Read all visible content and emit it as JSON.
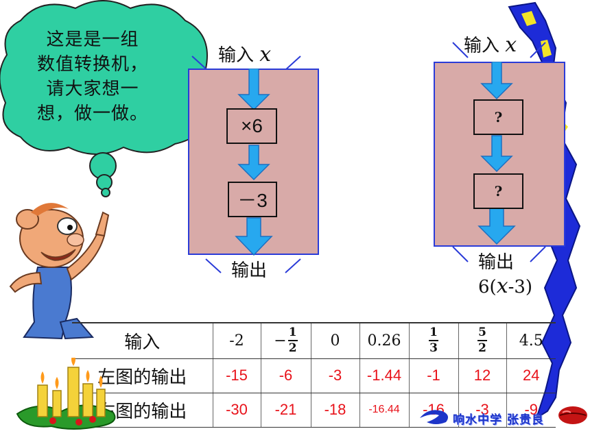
{
  "bubble": {
    "line1": "这是是一组",
    "line2": "数值转换机，",
    "line3": "请大家想一",
    "line4": "想，做一做。"
  },
  "left_machine": {
    "input_label": "输入",
    "input_var": "x",
    "op1": "×6",
    "op2": "－3",
    "output_label": "输出"
  },
  "right_machine": {
    "input_label": "输入",
    "input_var": "x",
    "op1": "?",
    "op2": "?",
    "output_label": "输出",
    "output_expr_pre": "6(",
    "output_expr_var": "x",
    "output_expr_post": "-3)"
  },
  "table": {
    "row_input_label": "输入",
    "row_left_label": "左图的输出",
    "row_right_label": "右图的输出",
    "inputs": {
      "c1": "-2",
      "c2_sign": "−",
      "c2_num": "1",
      "c2_den": "2",
      "c3": "0",
      "c4": "0.26",
      "c5_num": "1",
      "c5_den": "3",
      "c6_num": "5",
      "c6_den": "2",
      "c7": "4.5"
    },
    "left_outputs": [
      "-15",
      "-6",
      "-3",
      "-1.44",
      "-1",
      "12",
      "24"
    ],
    "right_outputs": [
      "-30",
      "-21",
      "-18",
      "-16.44",
      "-16",
      "-3",
      "-9"
    ]
  },
  "footer": {
    "school": "响水中学 张贵良"
  },
  "colors": {
    "bubble": "#2fcfa2",
    "panel": "#d8aaa8",
    "panel_border": "#2a3bd8",
    "arrow": "#27a8ef",
    "output_red": "#e8121a",
    "ribbon": "#1d2bd8"
  }
}
